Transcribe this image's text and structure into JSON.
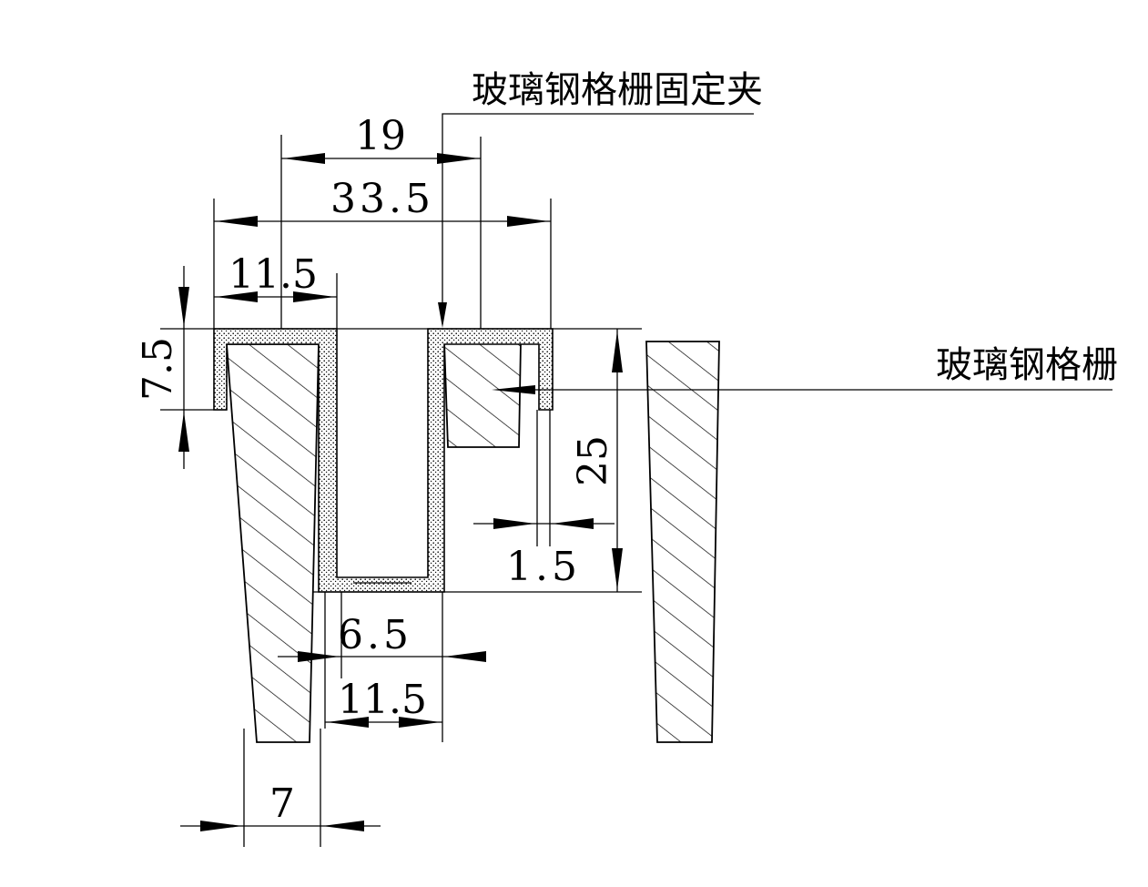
{
  "labels": {
    "clip": "玻璃钢格栅固定夹",
    "grating": "玻璃钢格栅"
  },
  "dimensions": {
    "d19": "19",
    "d33_5": "33.5",
    "d11_5_top": "11.5",
    "d7_5": "7.5",
    "d25": "25",
    "d1_5": "1.5",
    "d6_5": "6.5",
    "d11_5_bottom": "11.5",
    "d7": "7"
  },
  "colors": {
    "line": "#000000",
    "background": "#ffffff"
  }
}
